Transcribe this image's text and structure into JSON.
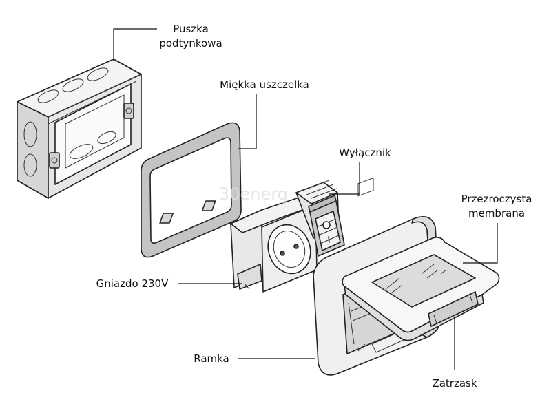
{
  "labels": {
    "box": [
      "Puszka",
      "podtynkowa"
    ],
    "gasket": "Miękka uszczelka",
    "switch": "Wyłącznik",
    "membrane": [
      "Przezroczysta",
      "membrana"
    ],
    "socket": "Gniazdo 230V",
    "frame": "Ramka",
    "latch": "Zatrzask"
  },
  "watermark": "30energ",
  "colors": {
    "ink": "#222222",
    "box_fill": "#e6e6e6",
    "gasket_fill": "#c4c4c4",
    "frame_fill": "#f0f0f0",
    "membrane_fill": "#dcdcdc"
  }
}
